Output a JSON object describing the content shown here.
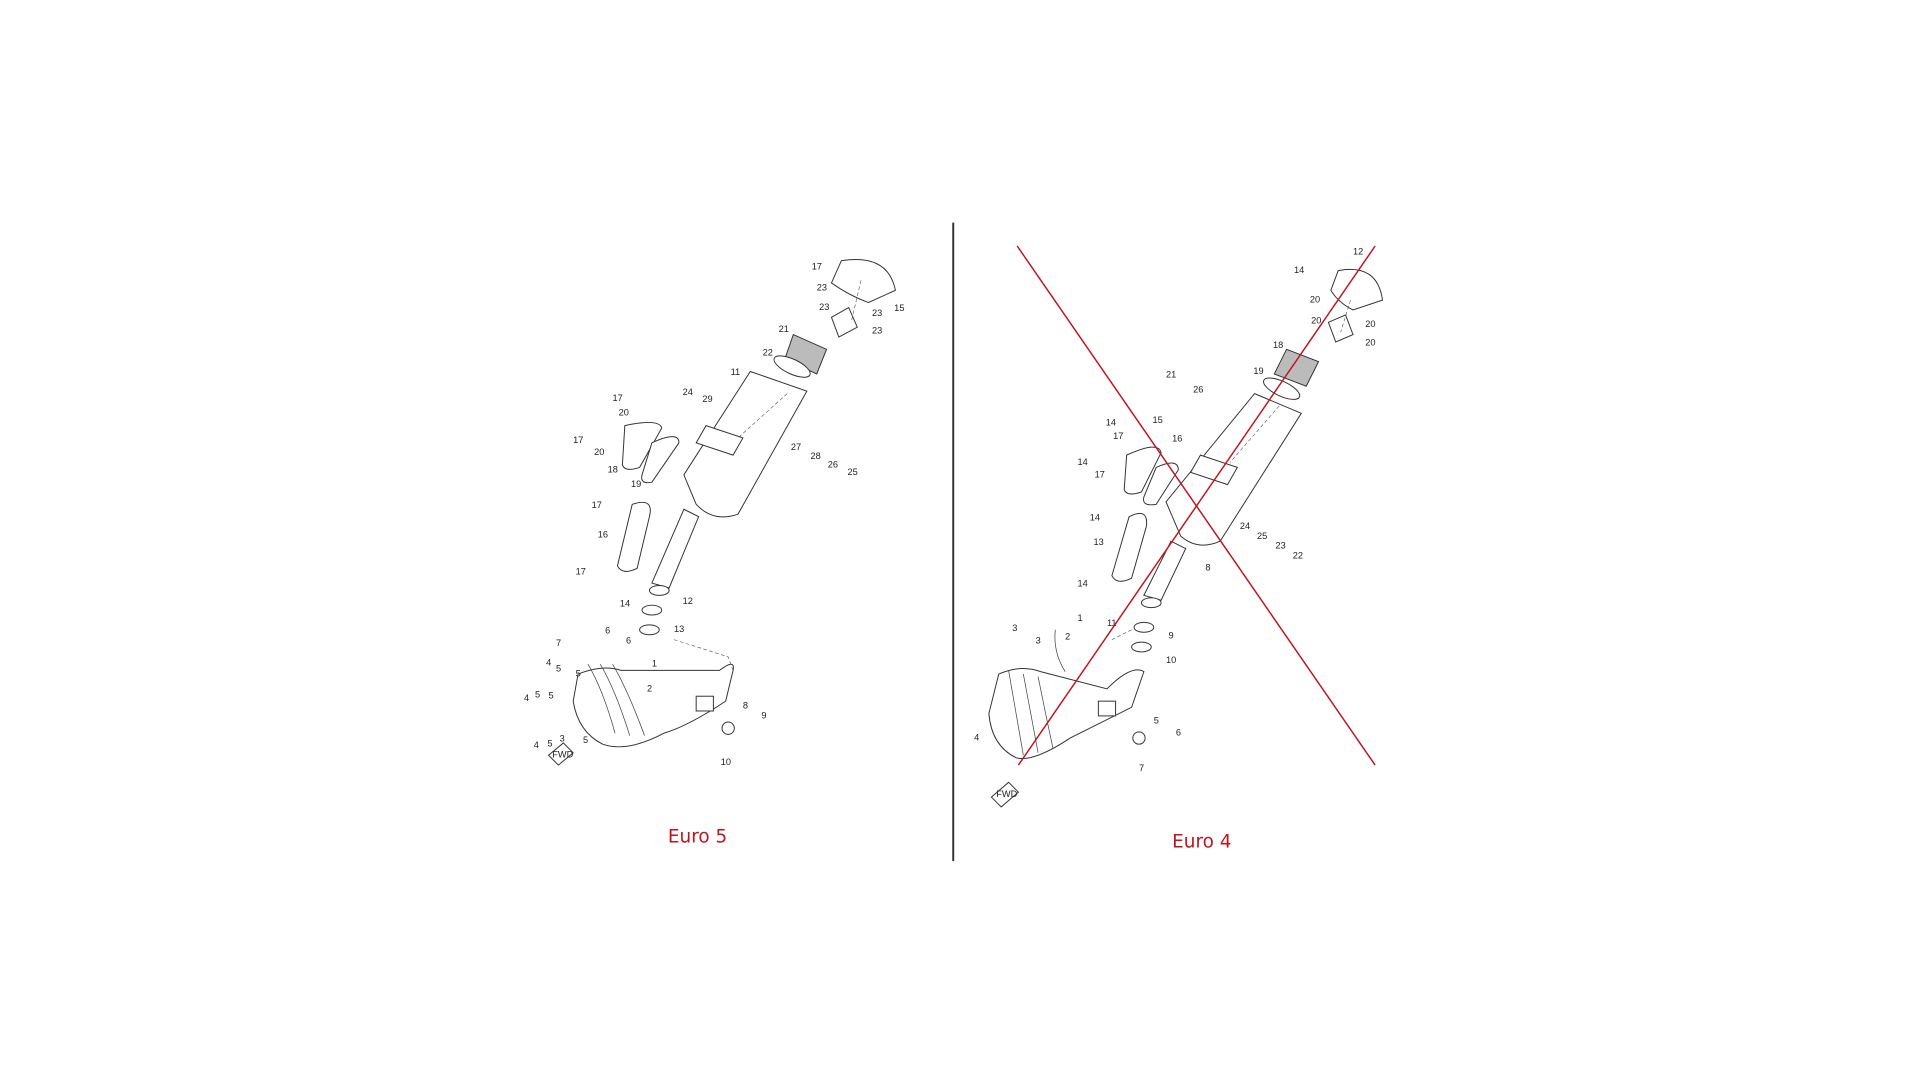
{
  "panels": {
    "euro5": {
      "caption": "Euro 5",
      "labels": [
        "17",
        "23",
        "23",
        "23",
        "15",
        "21",
        "23",
        "22",
        "11",
        "24",
        "29",
        "17",
        "20",
        "17",
        "20",
        "18",
        "19",
        "27",
        "28",
        "26",
        "25",
        "17",
        "16",
        "17",
        "14",
        "12",
        "13",
        "6",
        "6",
        "7",
        "1",
        "4",
        "5",
        "5",
        "2",
        "4",
        "5",
        "5",
        "3",
        "4",
        "5",
        "5",
        "8",
        "9",
        "10"
      ],
      "fwd_label": "FWD"
    },
    "euro4": {
      "caption": "Euro 4",
      "labels": [
        "12",
        "14",
        "20",
        "20",
        "20",
        "20",
        "18",
        "19",
        "21",
        "26",
        "14",
        "15",
        "17",
        "16",
        "14",
        "17",
        "14",
        "13",
        "14",
        "8",
        "24",
        "25",
        "23",
        "22",
        "1",
        "2",
        "3",
        "3",
        "11",
        "9",
        "10",
        "4",
        "5",
        "6",
        "7"
      ],
      "fwd_label": "FWD",
      "crossed_out": true
    }
  },
  "colors": {
    "caption": "#c0141c",
    "cross": "#c0141c",
    "divider": "#333333"
  }
}
